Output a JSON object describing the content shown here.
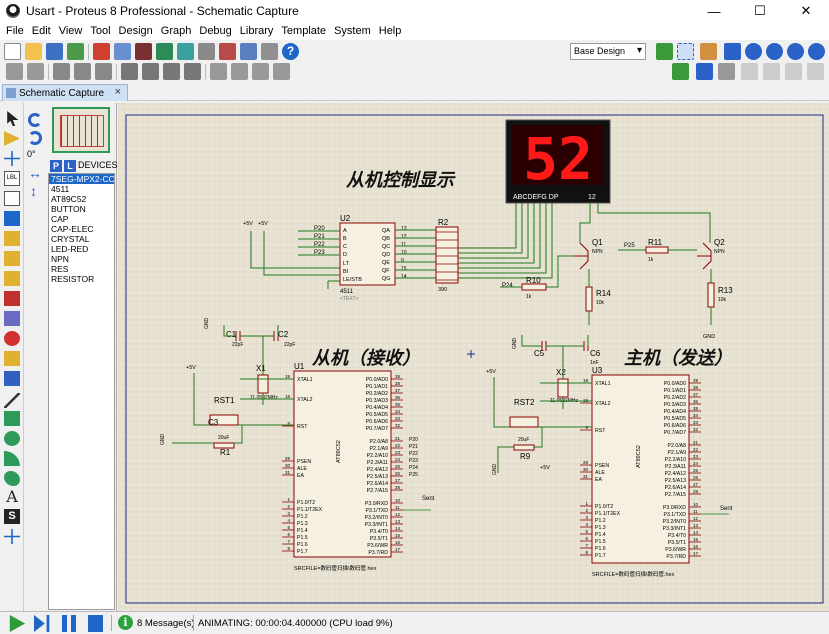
{
  "window": {
    "title": "Usart - Proteus 8 Professional - Schematic Capture"
  },
  "menu": [
    "File",
    "Edit",
    "View",
    "Tool",
    "Design",
    "Graph",
    "Debug",
    "Library",
    "Template",
    "System",
    "Help"
  ],
  "toolbar": {
    "layer_combo": "Base Design"
  },
  "tab": {
    "label": "Schematic Capture",
    "close": "×"
  },
  "panel": {
    "rotation": "0°",
    "p_button": "P",
    "l_button": "L",
    "devices_header": "DEVICES",
    "devices": [
      "7SEG-MPX2-CC",
      "4511",
      "AT89C52",
      "BUTTON",
      "CAP",
      "CAP-ELEC",
      "CRYSTAL",
      "LED-RED",
      "NPN",
      "RES",
      "RESISTOR"
    ],
    "selected_index": 0
  },
  "schematic": {
    "title_slave_display": "从机控制显示",
    "title_slave": "从机（接收）",
    "title_master": "主机（发送）",
    "display_digits": "52",
    "display_pins_label": "ABCDEFG  DP",
    "display_pins_right": "12",
    "u1_label": "U1",
    "u2_label": "U2",
    "u3_label": "U3",
    "u2_part": "4511",
    "u2_text": "<TEXT>",
    "chip_part": "AT89C52",
    "u2_pins_left": [
      "A",
      "B",
      "C",
      "D",
      "LT",
      "BI",
      "LE/STB"
    ],
    "u2_pins_right": [
      "QA",
      "QB",
      "QC",
      "QD",
      "QE",
      "QF",
      "QG"
    ],
    "u2_pin_nums_right": [
      "13",
      "12",
      "11",
      "10",
      "9",
      "15",
      "14"
    ],
    "u2_nets": [
      "P20",
      "P21",
      "P22",
      "P23"
    ],
    "r2_label": "R2",
    "r2_value": "390",
    "q1_label": "Q1",
    "q2_label": "Q2",
    "npn": "NPN",
    "r10_label": "R10",
    "r11_label": "R11",
    "r13_label": "R13",
    "r14_label": "R14",
    "r_1k": "1k",
    "r_10k": "10k",
    "p24": "P24",
    "p25": "P25",
    "c1": "C1",
    "c2": "C2",
    "c5": "C5",
    "c6": "C6",
    "c3": "C3",
    "cap22": "22pF",
    "cap1": "1nF",
    "cap20": "20uF",
    "x1": "X1",
    "x2": "X2",
    "crystal": "11.0592MHz",
    "rst1": "RST1",
    "rst2": "RST2",
    "r1": "R1",
    "r9": "R9",
    "gnd": "GND",
    "vcc": "+5V",
    "u1_left_pins": [
      "XTAL1",
      "XTAL2",
      "RST",
      "PSEN",
      "ALE",
      "EA",
      "P1.0/T2",
      "P1.1/T2EX",
      "P1.2",
      "P1.3",
      "P1.4",
      "P1.5",
      "P1.6",
      "P1.7"
    ],
    "u1_left_nums": [
      "19",
      "18",
      "9",
      "29",
      "30",
      "31",
      "1",
      "2",
      "3",
      "4",
      "5",
      "6",
      "7",
      "8"
    ],
    "u1_right_p0": [
      "P0.0/AD0",
      "P0.1/AD1",
      "P0.2/AD2",
      "P0.3/AD3",
      "P0.4/AD4",
      "P0.5/AD5",
      "P0.6/AD6",
      "P0.7/AD7"
    ],
    "u1_right_p0_nums": [
      "39",
      "38",
      "37",
      "36",
      "35",
      "34",
      "33",
      "32"
    ],
    "u1_right_p2": [
      "P2.0/A8",
      "P2.1/A9",
      "P2.2/A10",
      "P2.3/A11",
      "P2.4/A12",
      "P2.5/A13",
      "P2.6/A14",
      "P2.7/A15"
    ],
    "u1_right_p2_nums": [
      "21",
      "22",
      "23",
      "24",
      "25",
      "26",
      "27",
      "28"
    ],
    "u1_right_p3": [
      "P3.0/RXD",
      "P3.1/TXD",
      "P3.2/INT0",
      "P3.3/INT1",
      "P3.4/T0",
      "P3.5/T1",
      "P3.6/WR",
      "P3.7/RD"
    ],
    "u1_right_p3_nums": [
      "10",
      "11",
      "12",
      "13",
      "14",
      "15",
      "16",
      "17"
    ],
    "u1_p2_nets": [
      "P20",
      "P21",
      "P22",
      "P23",
      "P24",
      "P25"
    ],
    "sent": "Sent",
    "src1": "SRCFILE=数码管扫描\\数码管.hex",
    "src2": "SRCFILE=数码管扫描\\数码管.hex"
  },
  "status": {
    "messages": "8 Message(s)",
    "animating": "ANIMATING: 00:00:04.400000 (CPU load 9%)"
  },
  "colors": {
    "canvas": "#e8e3d2",
    "wire": "#1f7a1f",
    "component": "#8b0000",
    "accent": "#1e66c8"
  }
}
